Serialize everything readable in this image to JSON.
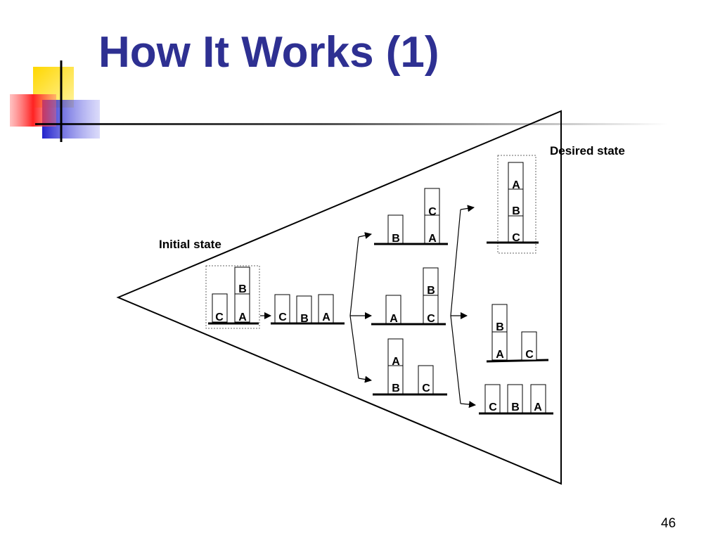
{
  "slide": {
    "title": "How It Works (1)",
    "page_number": "46"
  },
  "labels": {
    "initial": "Initial state",
    "desired": "Desired state"
  },
  "blocks": {
    "initial_state": {
      "stack_1": [
        "C"
      ],
      "stack_2": [
        "A",
        "B"
      ]
    },
    "step_1": {
      "stack_1": [
        "C"
      ],
      "stack_2": [
        "B"
      ],
      "stack_3": [
        "A"
      ]
    },
    "branch_top": {
      "stack_1": [
        "B"
      ],
      "stack_2": [
        "A",
        "C"
      ]
    },
    "branch_middle": {
      "stack_1": [
        "A"
      ],
      "stack_2": [
        "C",
        "B"
      ]
    },
    "branch_bottom": {
      "stack_1": [
        "B",
        "A"
      ],
      "stack_2": [
        "C"
      ]
    },
    "desired_state": {
      "stack_1": [
        "C",
        "B",
        "A"
      ]
    },
    "result_middle": {
      "stack_1": [
        "A",
        "B"
      ],
      "stack_2": [
        "C"
      ]
    },
    "result_bottom": {
      "stack_1": [
        "C"
      ],
      "stack_2": [
        "B"
      ],
      "stack_3": [
        "A"
      ]
    }
  },
  "colors": {
    "title": "#2e3092",
    "logo_yellow": "#ffd700",
    "logo_red": "#ff3333",
    "logo_blue": "#3333cc"
  }
}
